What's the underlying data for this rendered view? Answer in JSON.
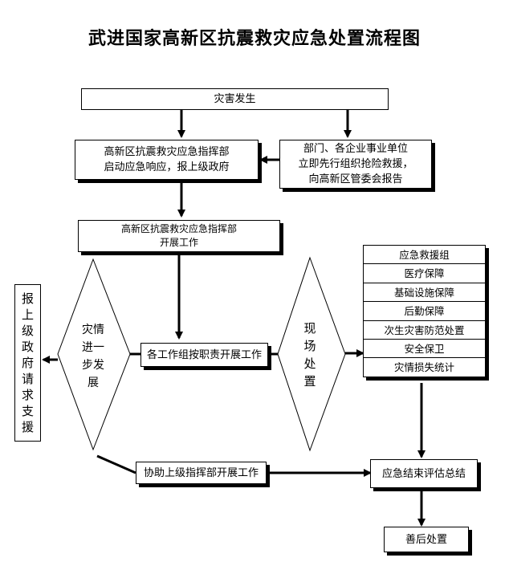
{
  "title": "武进国家高新区抗震救灾应急处置流程图",
  "nodes": {
    "disaster": "灾害发生",
    "command_hq": [
      "高新区抗震救灾应急指挥部",
      "启动应急响应，报上级政府"
    ],
    "departments": [
      "部门、各企业事业单位",
      "立即先行组织抢险救援，",
      "向高新区管委会报告"
    ],
    "hq_work": [
      "高新区抗震救灾应急指挥部",
      "开展工作"
    ],
    "disaster_escalation": "灾情\n进一\n步发\n展",
    "request_support": "报\n上\n级\n政\n府\n请\n求\n支\n援",
    "groups_duty": "各工作组按职责开展工作",
    "onsite": "现\n场\n处\n置",
    "assist": "协助上级指挥部开展工作",
    "evaluation": "应急结束评估总结",
    "aftermath": "善后处置"
  },
  "tasks": [
    "应急救援组",
    "医疗保障",
    "基础设施保障",
    "后勤保障",
    "次生灾害防范处置",
    "安全保卫",
    "灾情损失统计"
  ]
}
